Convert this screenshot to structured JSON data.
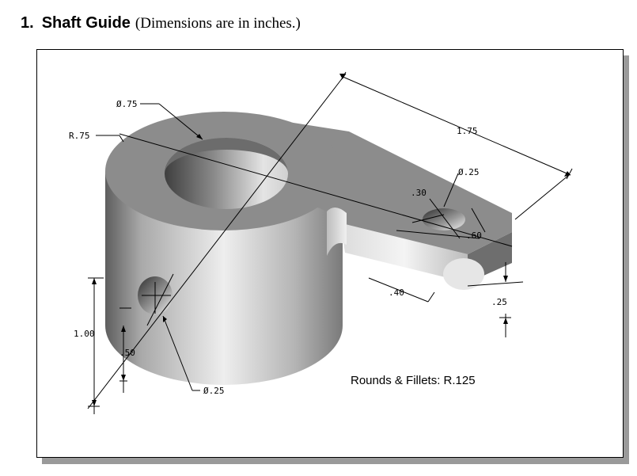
{
  "heading": {
    "number": "1.",
    "title": "Shaft Guide",
    "subtitle": "(Dimensions are in inches.)"
  },
  "drawing": {
    "dimensions": {
      "bore_diameter": "Ø.75",
      "outer_radius": "R.75",
      "overall_length": "1.75",
      "small_hole_diameter": "Ø.25",
      "hole_offset": ".30",
      "arm_width": ".60",
      "arm_end_offset": ".40",
      "arm_thickness": ".25",
      "cylinder_height": "1.00",
      "side_hole_height": ".50",
      "side_hole_diameter": "Ø.25"
    },
    "note": "Rounds & Fillets: R.125"
  },
  "colors": {
    "face_top": "#8c8c8c",
    "body_dark": "#7a7a7a",
    "body_light": "#e8e8e8",
    "frame_shadow": "#9a9a9a"
  }
}
